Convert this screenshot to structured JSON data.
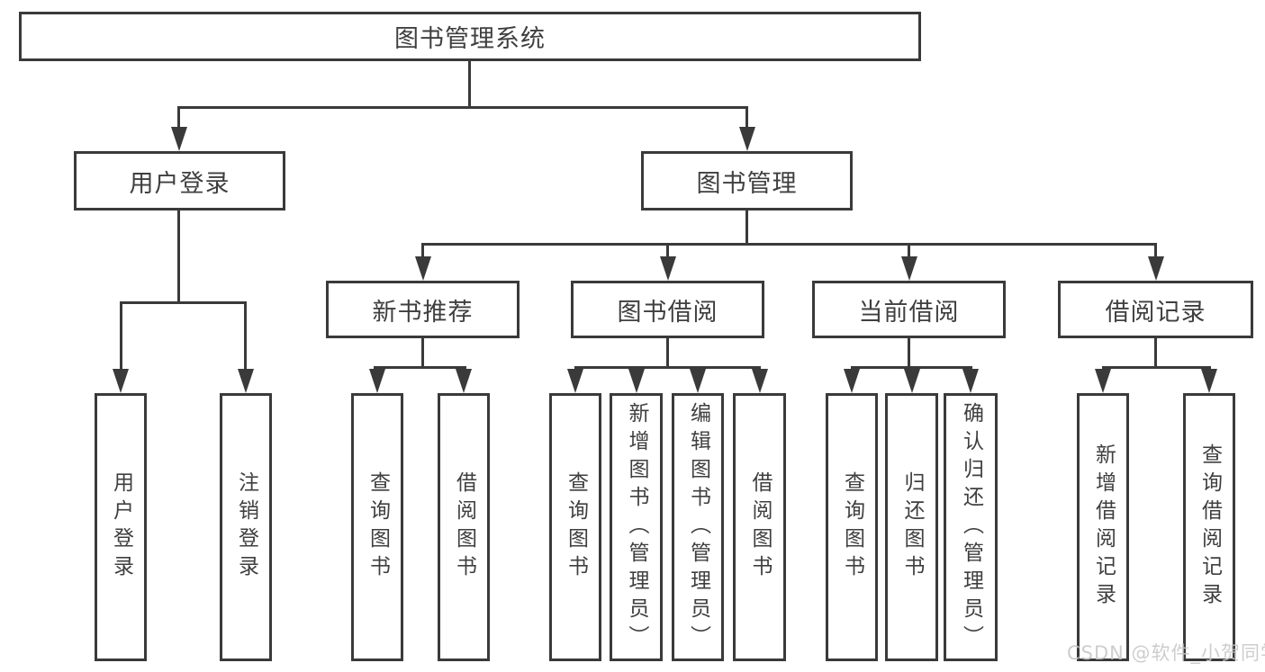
{
  "colors": {
    "line": "#3a3a3a",
    "text": "#3f3f3f",
    "background": "#ffffff",
    "watermark": "#c8c8c8"
  },
  "watermark": {
    "text": "CSDN @软件_小贺同学"
  },
  "diagram": {
    "type": "hierarchy-tree",
    "title": "图书管理系统",
    "tree": {
      "label": "图书管理系统",
      "children": [
        {
          "label": "用户登录",
          "children": [
            {
              "label": "用户登录"
            },
            {
              "label": "注销登录"
            }
          ]
        },
        {
          "label": "图书管理",
          "children": [
            {
              "label": "新书推荐",
              "children": [
                {
                  "label": "查询图书"
                },
                {
                  "label": "借阅图书"
                }
              ]
            },
            {
              "label": "图书借阅",
              "children": [
                {
                  "label": "查询图书"
                },
                {
                  "label": "新增图书（管理员）"
                },
                {
                  "label": "编辑图书（管理员）"
                },
                {
                  "label": "借阅图书"
                }
              ]
            },
            {
              "label": "当前借阅",
              "children": [
                {
                  "label": "查询图书"
                },
                {
                  "label": "归还图书"
                },
                {
                  "label": "确认归还（管理员）"
                }
              ]
            },
            {
              "label": "借阅记录",
              "children": [
                {
                  "label": "新增借阅记录"
                },
                {
                  "label": "查询借阅记录"
                }
              ]
            }
          ]
        }
      ]
    }
  }
}
